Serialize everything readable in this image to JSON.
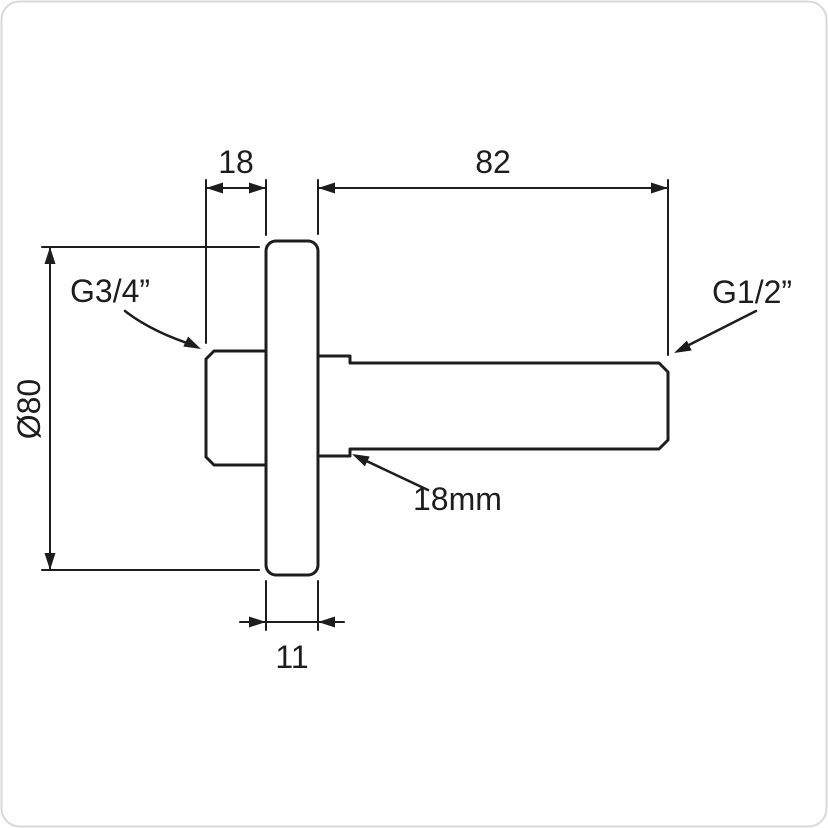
{
  "diagram": {
    "dim_stub_length": "18",
    "dim_shaft_length": "82",
    "dim_flange_diameter": "Ø80",
    "dim_flange_thickness": "11",
    "dim_step": "18mm",
    "label_left_thread": "G3/4”",
    "label_right_thread": "G1/2”",
    "colors": {
      "line": "#1d1d1d",
      "background": "#ffffff",
      "card_border": "#d9d9d9"
    }
  }
}
